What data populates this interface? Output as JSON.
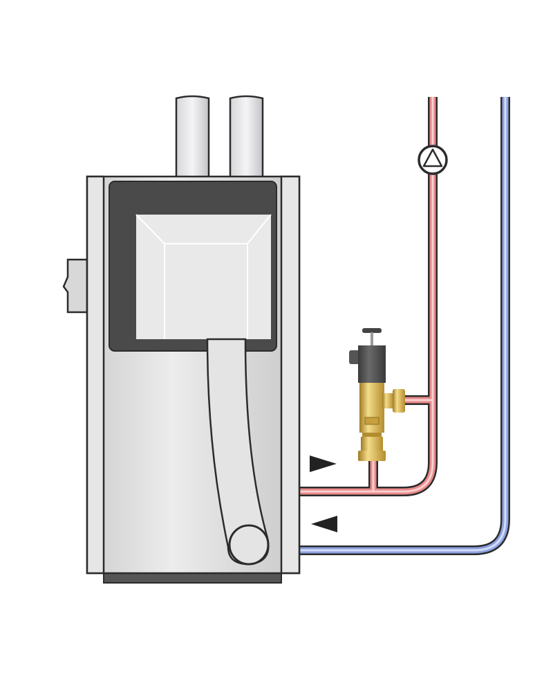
{
  "diagram": {
    "components": [
      "boiler",
      "flue-pipes",
      "flow-pipe",
      "return-pipe",
      "circulation-pump",
      "safety-valve",
      "flow-arrow",
      "return-arrow"
    ],
    "colors": {
      "outline": "#2b2b2b",
      "boiler_body": "#dcdcdc",
      "boiler_panel": "#4a4a4a",
      "flow_pipe": "#e98a8a",
      "return_pipe": "#8ea2e0",
      "brass": "#d9b24a"
    }
  }
}
